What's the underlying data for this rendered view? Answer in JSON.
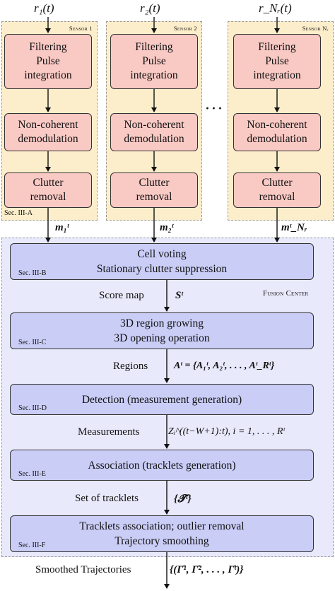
{
  "inputs": [
    "r₁(t)",
    "r₂(t)",
    "r_Nr(t)"
  ],
  "sensors": [
    {
      "label": "Sensor 1",
      "input": "r₁(t)",
      "output": "m₁ᵗ"
    },
    {
      "label": "Sensor 2",
      "input": "r₂(t)",
      "output": "m₂ᵗ"
    },
    {
      "label": "Sensor Nᵣ",
      "input": "r_Nᵣ(t)",
      "output": "mᵗ_Nᵣ"
    }
  ],
  "sensor_blocks": {
    "filtering": "Filtering\nPulse\nintegration",
    "demod": "Non-coherent\ndemodulation",
    "clutter": "Clutter\nremoval"
  },
  "dots": "···",
  "sensor_section": "Sec. III-A",
  "fusion_label": "Fusion Center",
  "stages": [
    {
      "line1": "Cell voting",
      "line2": "Stationary clutter suppression",
      "sec": "Sec. III-B"
    },
    {
      "line1": "3D region growing",
      "line2": "3D opening operation",
      "sec": "Sec. III-C"
    },
    {
      "line1": "Detection (measurement generation)",
      "line2": "",
      "sec": "Sec. III-D"
    },
    {
      "line1": "Association (tracklets generation)",
      "line2": "",
      "sec": "Sec. III-E"
    },
    {
      "line1": "Tracklets association; outlier removal",
      "line2": "Trajectory smoothing",
      "sec": "Sec. III-F"
    }
  ],
  "flows": [
    {
      "label": "Score map",
      "symbol": "Sᵗ"
    },
    {
      "label": "Regions",
      "symbol": "Aᵗ = {A₁ᵗ, A₂ᵗ, . . . , Aᵗ_Rᵗ}"
    },
    {
      "label": "Measurements",
      "symbol": "Zᵢ^((t−W+1):t), i = 1, . . . , Rᵗ"
    },
    {
      "label": "Set of tracklets",
      "symbol": "{𝓣ᵗ}"
    },
    {
      "label": "Smoothed Trajectories",
      "symbol": "{(Γ̂¹, Γ̂², . . . , Γ̂ᵗ)}"
    }
  ]
}
